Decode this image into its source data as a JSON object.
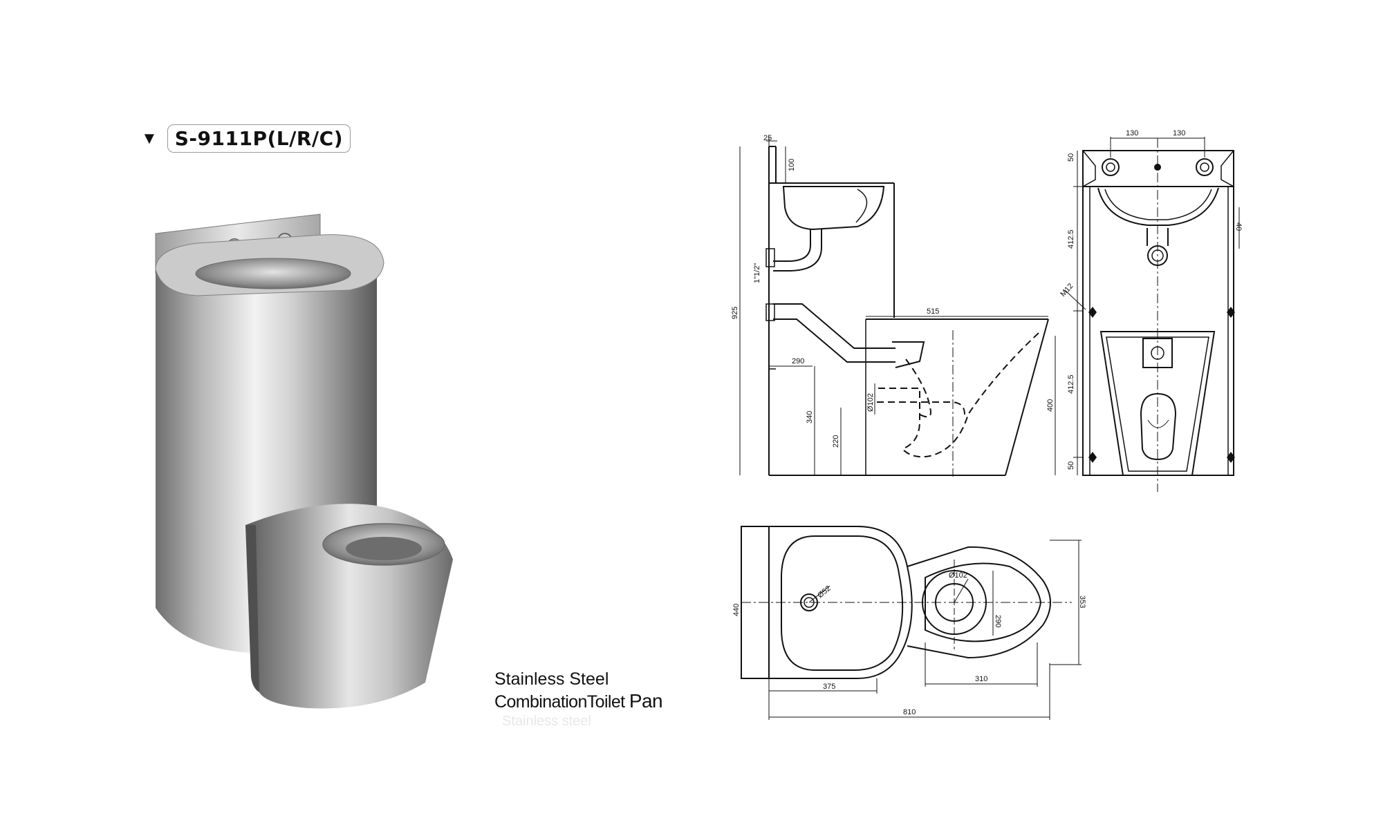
{
  "model": {
    "marker": "▼",
    "code": "S-9111P(L/R/C)"
  },
  "caption": {
    "line1": "Stainless  Steel",
    "line2": "CombinationToilet",
    "line2_b": "Pan",
    "ghost": "Stainless  steel"
  },
  "side_view": {
    "d_25": "25",
    "d_100": "100",
    "d_pipe": "1\"1/2\"",
    "d_925": "925",
    "d_515": "515",
    "d_290": "290",
    "d_340": "340",
    "d_220": "220",
    "d_outlet": "Ø102",
    "d_400": "400"
  },
  "front_view": {
    "d_130a": "130",
    "d_130b": "130",
    "d_50a": "50",
    "d_50b": "50",
    "d_4125a": "412.5",
    "d_4125b": "412.5",
    "d_40": "40",
    "d_m12": "M12"
  },
  "top_view": {
    "d_440": "440",
    "d_drain": "Ø52",
    "d_bowl": "Ø102",
    "d_290": "290",
    "d_353": "353",
    "d_375": "375",
    "d_310": "310",
    "d_810": "810"
  }
}
